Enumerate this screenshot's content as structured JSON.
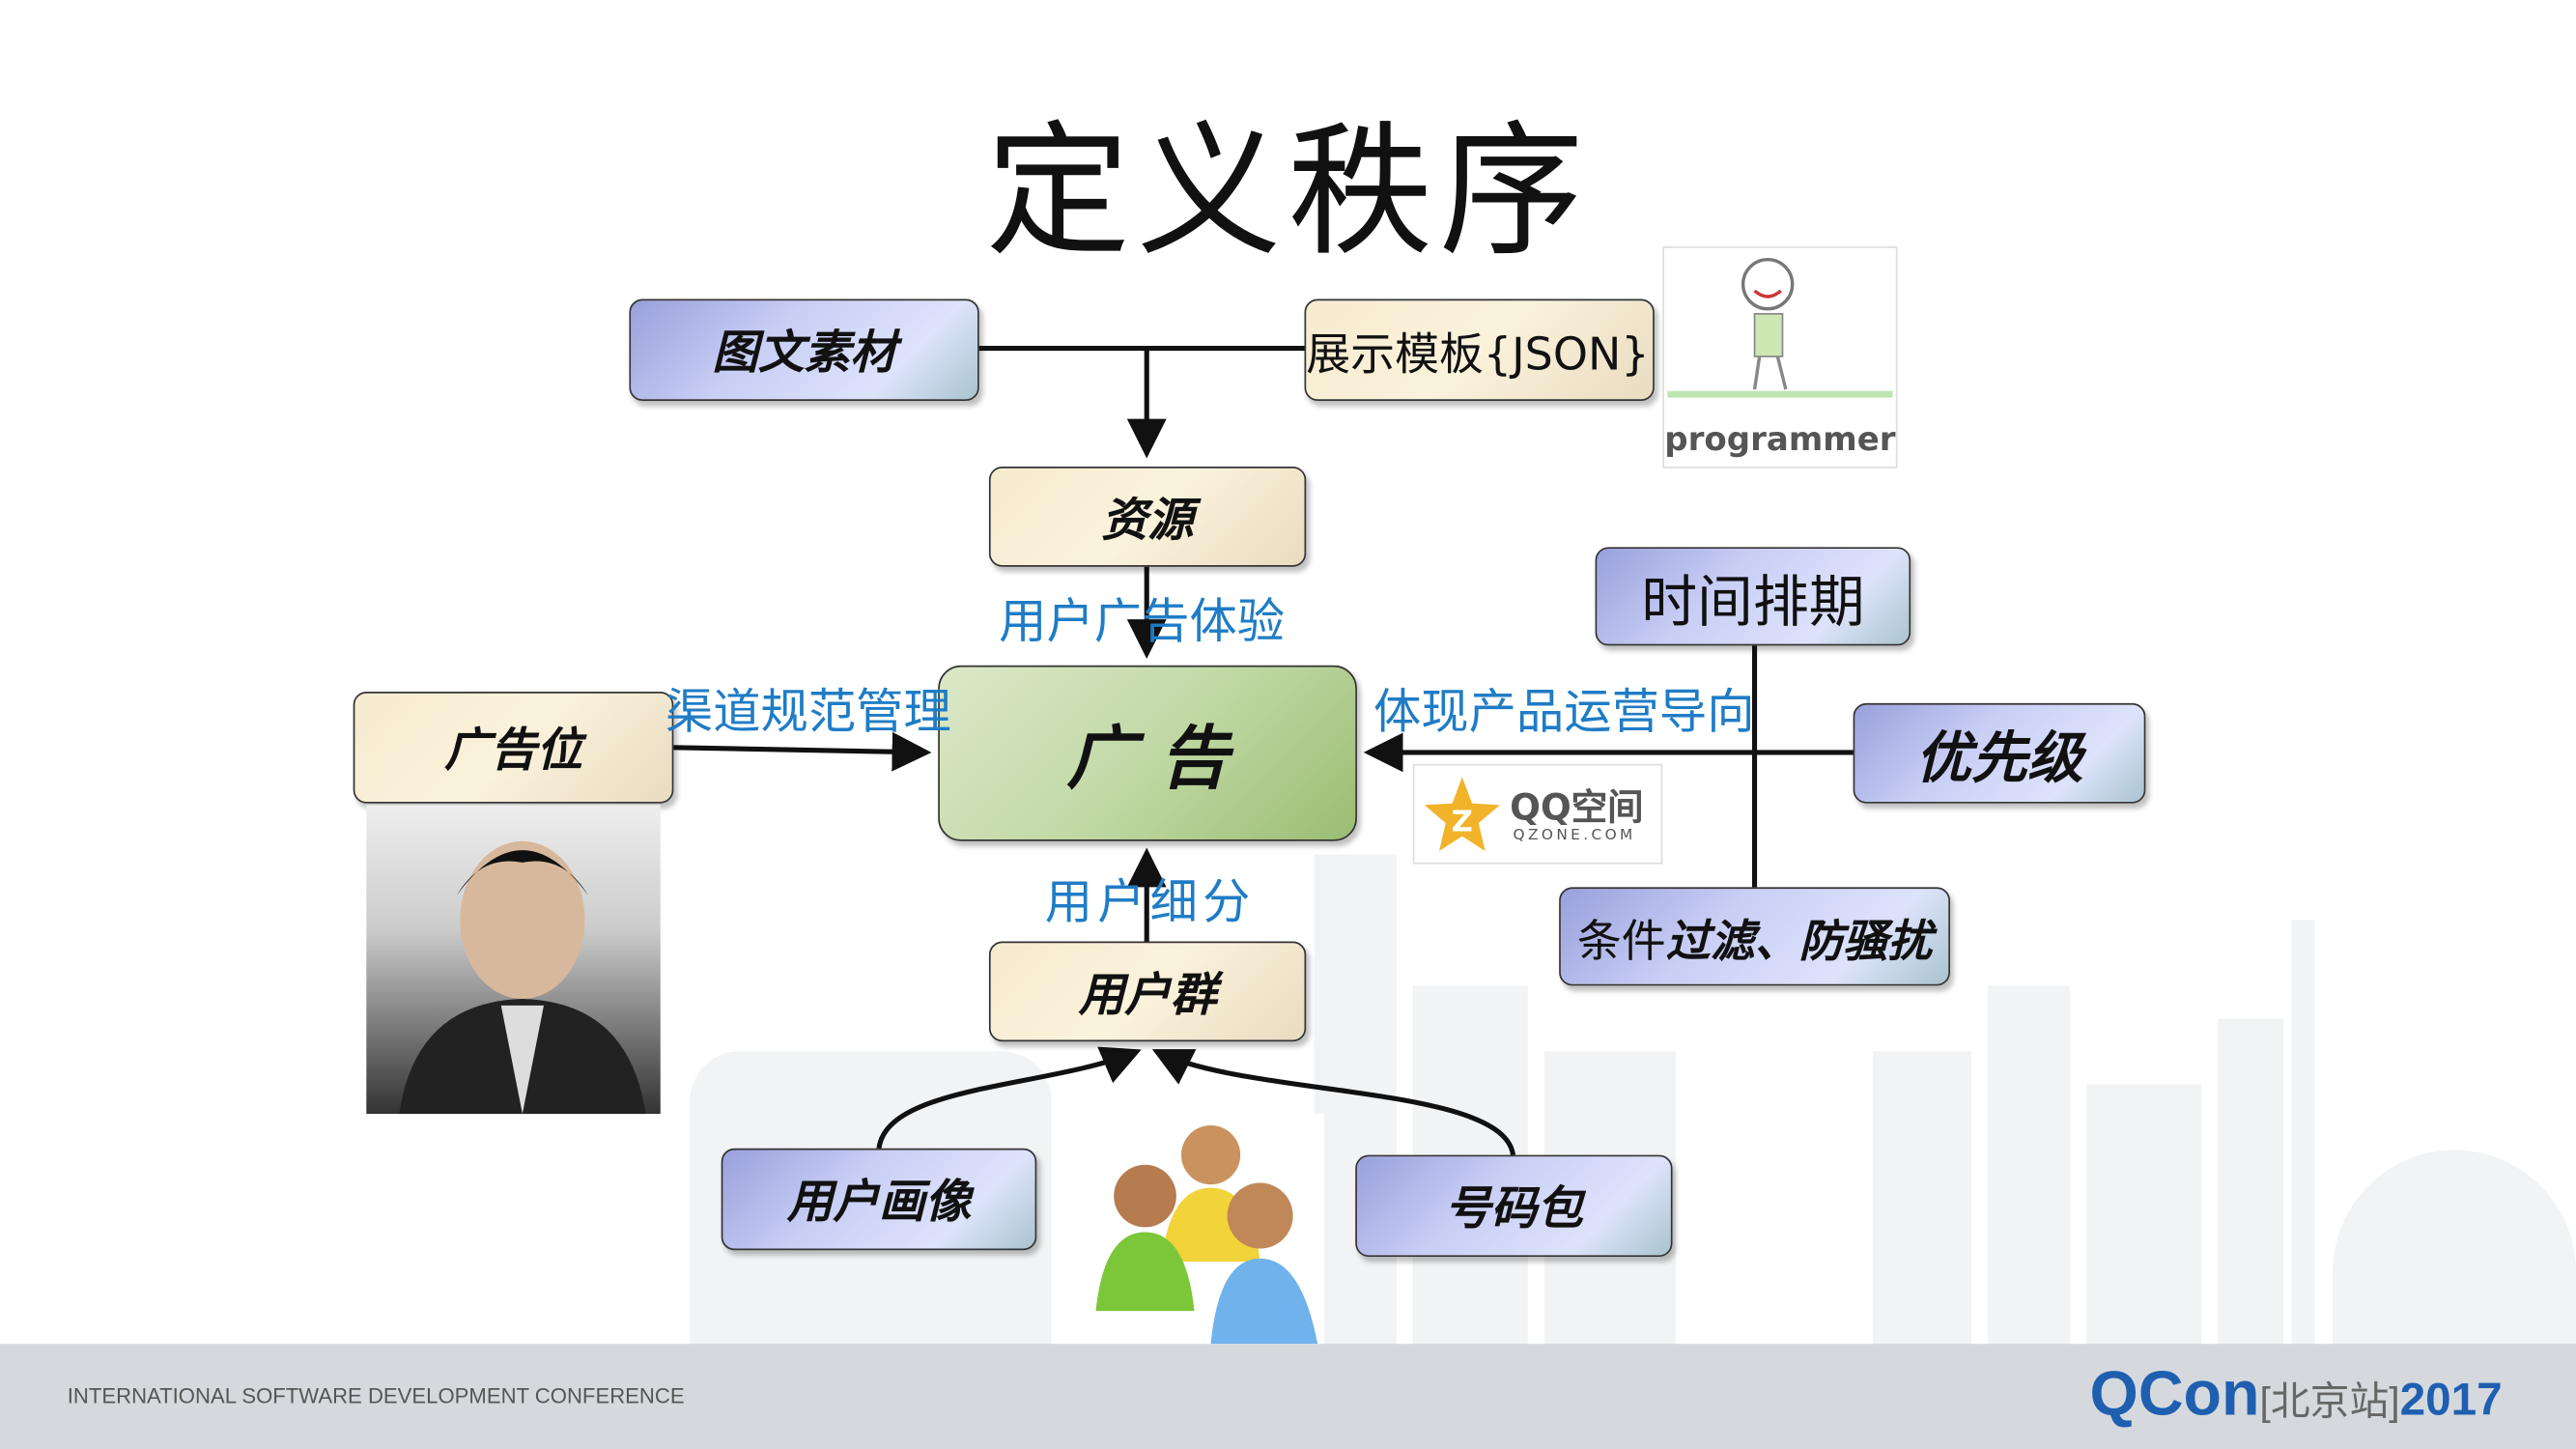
{
  "title": "定义秩序",
  "nodes": {
    "graphics_material": "图文素材",
    "display_template": "展示模板{JSON}",
    "resource": "资源",
    "ad": "广 告",
    "ad_slot": "广告位",
    "schedule": "时间排期",
    "priority": "优先级",
    "filter_prefix": "条件",
    "filter_rest": "过滤、防骚扰",
    "user_group": "用户群",
    "user_profile": "用户画像",
    "number_package": "号码包"
  },
  "edge_labels": {
    "user_ad_experience": "用户广告体验",
    "channel_management": "渠道规范管理",
    "product_operation": "体现产品运营导向",
    "user_segmentation": "用户细分"
  },
  "images": {
    "programmer_caption": "programmer",
    "qzone_name": "QQ空间",
    "qzone_domain": "QZONE.COM"
  },
  "footer": {
    "conference": "INTERNATIONAL SOFTWARE DEVELOPMENT CONFERENCE",
    "logo_brand": "QCon",
    "logo_city": "[北京站]",
    "logo_year": "2017"
  },
  "colors": {
    "label_blue": "#1f7cc6",
    "footer_bg": "#d5d9de",
    "qcon_green": "#1a8a3a",
    "qcon_blue": "#1f5fb0"
  }
}
